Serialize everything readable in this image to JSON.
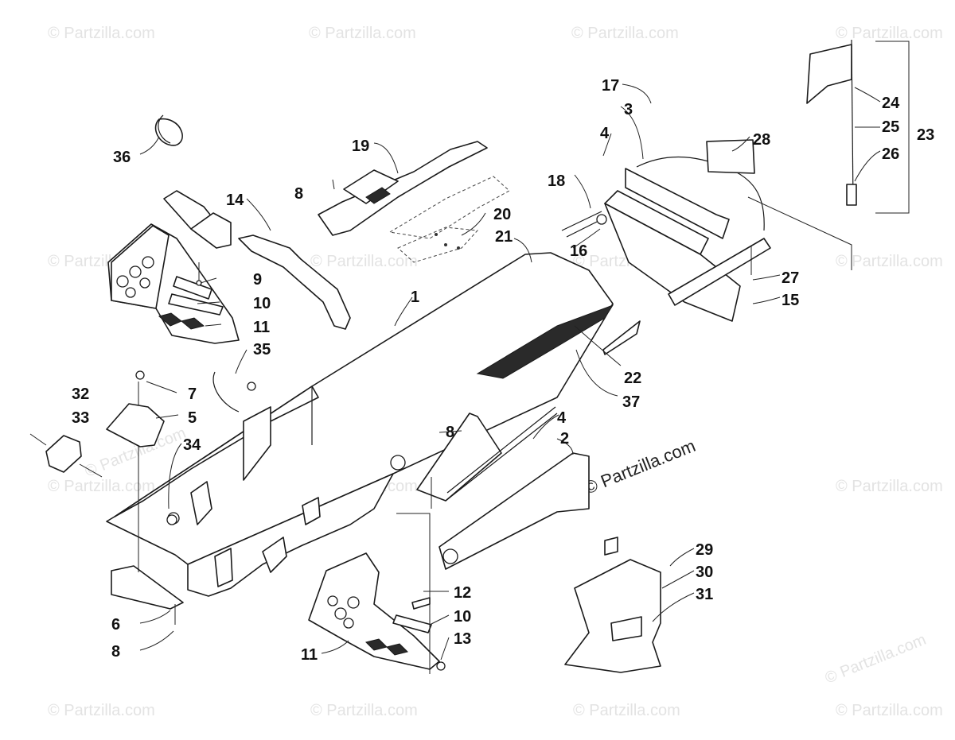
{
  "watermark": "© Partzilla.com",
  "brand_mark": "© Partzilla.com",
  "callouts": [
    {
      "id": "c1",
      "label": "1"
    },
    {
      "id": "c2",
      "label": "2"
    },
    {
      "id": "c3",
      "label": "3"
    },
    {
      "id": "c4a",
      "label": "4"
    },
    {
      "id": "c4b",
      "label": "4"
    },
    {
      "id": "c5",
      "label": "5"
    },
    {
      "id": "c6",
      "label": "6"
    },
    {
      "id": "c7",
      "label": "7"
    },
    {
      "id": "c8a",
      "label": "8"
    },
    {
      "id": "c8b",
      "label": "8"
    },
    {
      "id": "c8c",
      "label": "8"
    },
    {
      "id": "c9",
      "label": "9"
    },
    {
      "id": "c10a",
      "label": "10"
    },
    {
      "id": "c10b",
      "label": "10"
    },
    {
      "id": "c11a",
      "label": "11"
    },
    {
      "id": "c11b",
      "label": "11"
    },
    {
      "id": "c12",
      "label": "12"
    },
    {
      "id": "c13",
      "label": "13"
    },
    {
      "id": "c14",
      "label": "14"
    },
    {
      "id": "c15",
      "label": "15"
    },
    {
      "id": "c16",
      "label": "16"
    },
    {
      "id": "c17",
      "label": "17"
    },
    {
      "id": "c18",
      "label": "18"
    },
    {
      "id": "c19",
      "label": "19"
    },
    {
      "id": "c20",
      "label": "20"
    },
    {
      "id": "c21",
      "label": "21"
    },
    {
      "id": "c22",
      "label": "22"
    },
    {
      "id": "c23",
      "label": "23"
    },
    {
      "id": "c24",
      "label": "24"
    },
    {
      "id": "c25",
      "label": "25"
    },
    {
      "id": "c26",
      "label": "26"
    },
    {
      "id": "c27",
      "label": "27"
    },
    {
      "id": "c28",
      "label": "28"
    },
    {
      "id": "c29",
      "label": "29"
    },
    {
      "id": "c30",
      "label": "30"
    },
    {
      "id": "c31",
      "label": "31"
    },
    {
      "id": "c32",
      "label": "32"
    },
    {
      "id": "c33",
      "label": "33"
    },
    {
      "id": "c34",
      "label": "34"
    },
    {
      "id": "c35",
      "label": "35"
    },
    {
      "id": "c36",
      "label": "36"
    },
    {
      "id": "c37",
      "label": "37"
    }
  ],
  "colors": {
    "line": "#1a1a1a",
    "watermark": "#e3e3e3",
    "background": "#ffffff"
  }
}
